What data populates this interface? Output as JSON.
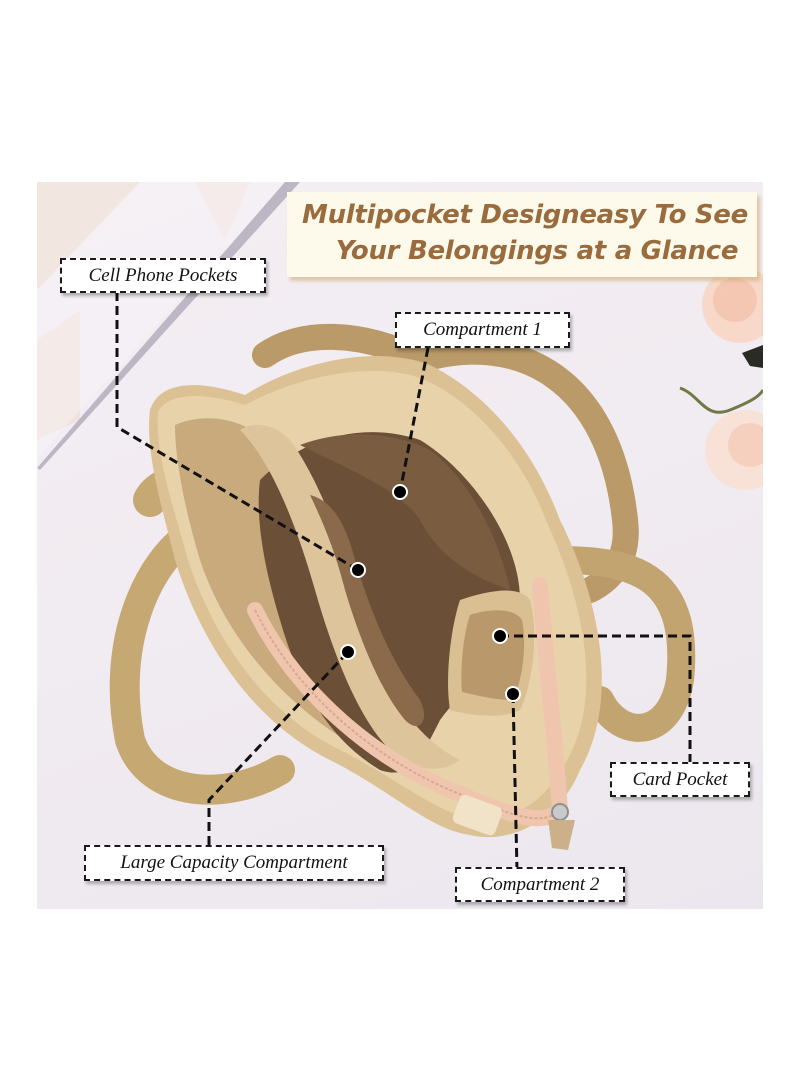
{
  "title": {
    "line1": "Multipocket Designeasy To See",
    "line2": "Your Belongings at a Glance"
  },
  "callouts": [
    {
      "id": "cell-phone-pockets",
      "label": "Cell Phone Pockets"
    },
    {
      "id": "compartment-1",
      "label": "Compartment 1"
    },
    {
      "id": "card-pocket",
      "label": "Card Pocket"
    },
    {
      "id": "large-capacity-compartment",
      "label": "Large Capacity Compartment"
    },
    {
      "id": "compartment-2",
      "label": "Compartment 2"
    }
  ],
  "colors": {
    "title_text": "#9a6b3d",
    "title_bg": "#fdfaec",
    "bag_canvas": "#c9aa78",
    "bag_lining": "#6b4f36",
    "zipper": "#efc6ad"
  }
}
